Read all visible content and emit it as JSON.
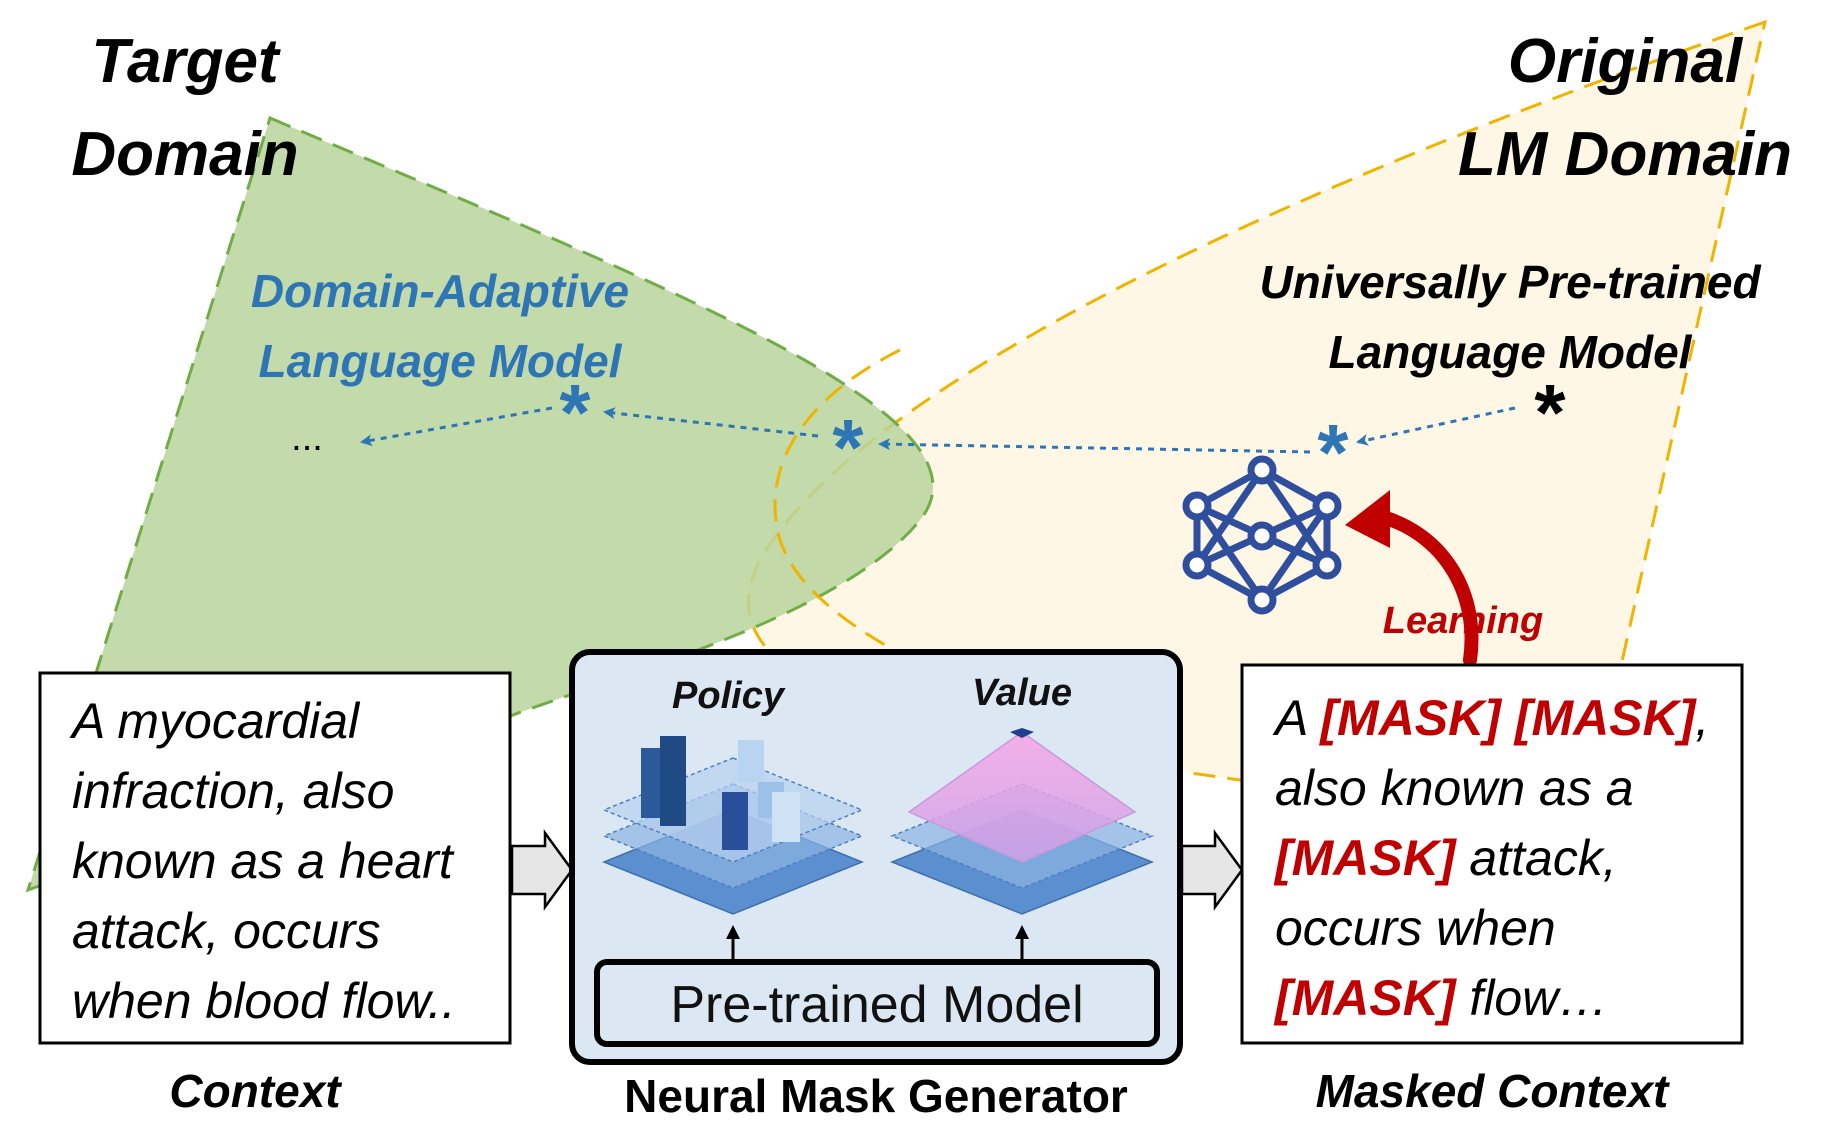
{
  "domains": {
    "target": {
      "line1": "Target",
      "line2": "Domain"
    },
    "original": {
      "line1": "Original",
      "line2": "LM Domain"
    }
  },
  "models": {
    "adaptive": {
      "line1": "Domain-Adaptive",
      "line2": "Language Model"
    },
    "universal": {
      "line1": "Universally Pre-trained",
      "line2": "Language Model"
    }
  },
  "ellipsis": "...",
  "star_glyph": "*",
  "learning_label": "Learning",
  "context": {
    "lines": [
      "A myocardial",
      "infraction, also",
      "known as a heart",
      "attack, occurs",
      "when blood flow.."
    ],
    "caption": "Context"
  },
  "generator": {
    "policy_label": "Policy",
    "value_label": "Value",
    "pretrained_label": "Pre-trained Model",
    "caption": "Neural Mask Generator"
  },
  "masked": {
    "line1": {
      "a": "A ",
      "m1": "[MASK]",
      "sp": " ",
      "m2": "[MASK]",
      "rest": ","
    },
    "line2": "also known as a",
    "line3": {
      "m": "[MASK]",
      "rest": "  attack,"
    },
    "line4": "occurs when",
    "line5": {
      "m": "[MASK]",
      "rest": " flow…"
    },
    "caption": "Masked Context"
  },
  "colors": {
    "target_fill": "#c6ddb0",
    "target_stroke": "#70ad47",
    "original_fill": "#fff7e6",
    "original_stroke": "#f0b400",
    "blue_text": "#2e75b6",
    "mask_red": "#c00000",
    "generator_bg": "#dbe7f3"
  }
}
